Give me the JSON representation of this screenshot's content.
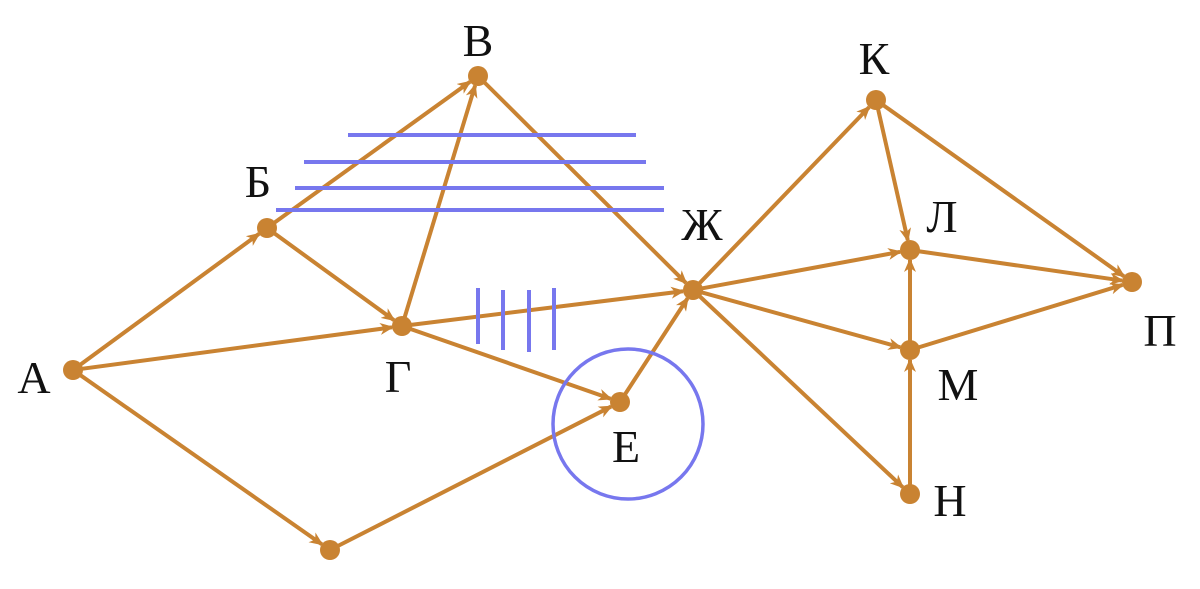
{
  "colors": {
    "edge": "#c98332",
    "node": "#c98332",
    "mark": "#7777ee",
    "label": "#111111"
  },
  "nodes": [
    {
      "id": "A",
      "label": "А"
    },
    {
      "id": "B",
      "label": "Б"
    },
    {
      "id": "V",
      "label": "В"
    },
    {
      "id": "G",
      "label": "Г"
    },
    {
      "id": "U",
      "label": ""
    },
    {
      "id": "E",
      "label": "Е"
    },
    {
      "id": "ZH",
      "label": "Ж"
    },
    {
      "id": "K",
      "label": "К"
    },
    {
      "id": "L",
      "label": "Л"
    },
    {
      "id": "M",
      "label": "М"
    },
    {
      "id": "N",
      "label": "Н"
    },
    {
      "id": "P",
      "label": "П"
    }
  ],
  "edges": [
    {
      "from": "A",
      "to": "B"
    },
    {
      "from": "A",
      "to": "G"
    },
    {
      "from": "A",
      "to": "U"
    },
    {
      "from": "B",
      "to": "V"
    },
    {
      "from": "B",
      "to": "G"
    },
    {
      "from": "G",
      "to": "V"
    },
    {
      "from": "G",
      "to": "ZH"
    },
    {
      "from": "G",
      "to": "E"
    },
    {
      "from": "U",
      "to": "E"
    },
    {
      "from": "V",
      "to": "ZH"
    },
    {
      "from": "E",
      "to": "ZH"
    },
    {
      "from": "ZH",
      "to": "K"
    },
    {
      "from": "ZH",
      "to": "L"
    },
    {
      "from": "ZH",
      "to": "M"
    },
    {
      "from": "ZH",
      "to": "N"
    },
    {
      "from": "K",
      "to": "L"
    },
    {
      "from": "K",
      "to": "P"
    },
    {
      "from": "L",
      "to": "P"
    },
    {
      "from": "M",
      "to": "L"
    },
    {
      "from": "M",
      "to": "P"
    },
    {
      "from": "N",
      "to": "M"
    }
  ],
  "marks": {
    "striked_node_edges": [
      "B-V",
      "V-ZH"
    ],
    "hatched_edge": "G-ZH",
    "circled_node": "E"
  }
}
